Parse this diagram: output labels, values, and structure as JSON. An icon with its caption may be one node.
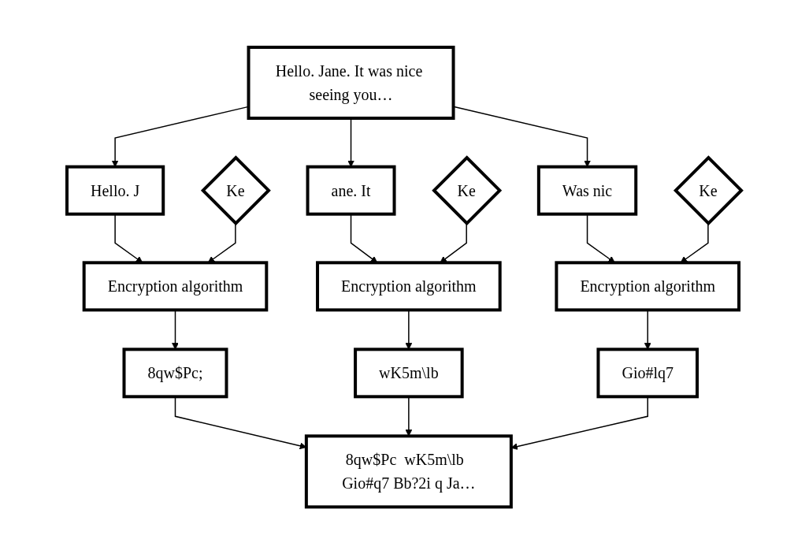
{
  "diagram": {
    "nodes": [
      {
        "text": [
          "Hello. Jane. It was nice seeing you…"
        ]
      },
      {
        "text": [
          "Hello. J"
        ]
      },
      {
        "text": [
          "ane. It"
        ]
      },
      {
        "text": [
          "Was nic"
        ]
      },
      {
        "text": [
          "Ke"
        ]
      },
      {
        "text": [
          "Encryption algorithm"
        ]
      },
      {
        "text": [
          "Ke"
        ]
      },
      {
        "text": [
          "Encryption algorithm"
        ]
      },
      {
        "text": [
          "Ke"
        ]
      },
      {
        "text": [
          "Encryption algorithm"
        ]
      },
      {
        "text": [
          "8qw$Pc;"
        ]
      },
      {
        "text": [
          "wK5m\\lb"
        ]
      },
      {
        "text": [
          "Gio#lq7"
        ]
      },
      {
        "text": [
          "8qw$Pc  wK5m\\lb  Gio#q7 Bb?2i q Ja…"
        ]
      }
    ],
    "edges": [
      {
        "from": 0,
        "to": 1,
        "arrow": "to"
      },
      {
        "from": 0,
        "to": 2,
        "arrow": "to"
      },
      {
        "from": 0,
        "to": 3,
        "arrow": "to"
      },
      {
        "from": 1,
        "to": 5,
        "arrow": "to"
      },
      {
        "from": 4,
        "to": 5,
        "arrow": "to"
      },
      {
        "from": 2,
        "to": 7,
        "arrow": "to"
      },
      {
        "from": 6,
        "to": 7,
        "arrow": "to"
      },
      {
        "from": 3,
        "to": 9,
        "arrow": "to"
      },
      {
        "from": 8,
        "to": 9,
        "arrow": "to"
      },
      {
        "from": 5,
        "to": 10,
        "arrow": "to"
      },
      {
        "from": 7,
        "to": 11,
        "arrow": "to"
      },
      {
        "from": 9,
        "to": 12,
        "arrow": "to"
      },
      {
        "from": 10,
        "to": 13,
        "arrow": "to"
      },
      {
        "from": 11,
        "to": 13,
        "arrow": "to"
      },
      {
        "from": 12,
        "to": 13,
        "arrow": "to"
      }
    ]
  }
}
